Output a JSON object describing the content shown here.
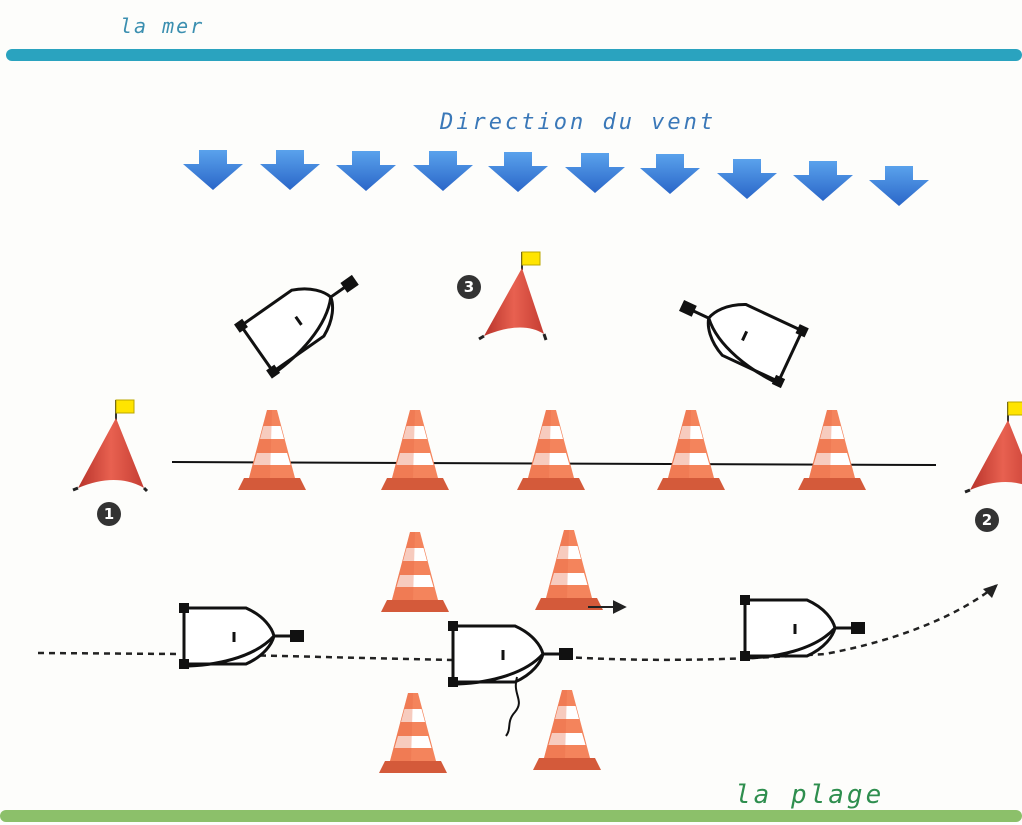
{
  "labels": {
    "sea": "la mer",
    "wind": "Direction du vent",
    "beach": "la plage"
  },
  "buoys": [
    {
      "number": "1"
    },
    {
      "number": "2"
    },
    {
      "number": "3"
    }
  ],
  "colors": {
    "sea_line": "#2aa3bf",
    "beach_line": "#8cc06a",
    "wind_arrow": "#3b7fd8",
    "buoy": "#e2584c",
    "flag": "#ffe400",
    "cone": "#f07a4e",
    "text_sea": "#3b8fb0",
    "text_wind": "#3a78b8",
    "text_beach": "#2e8e4e"
  },
  "counts": {
    "wind_arrows": 10,
    "cones": 9,
    "boats": 5
  }
}
